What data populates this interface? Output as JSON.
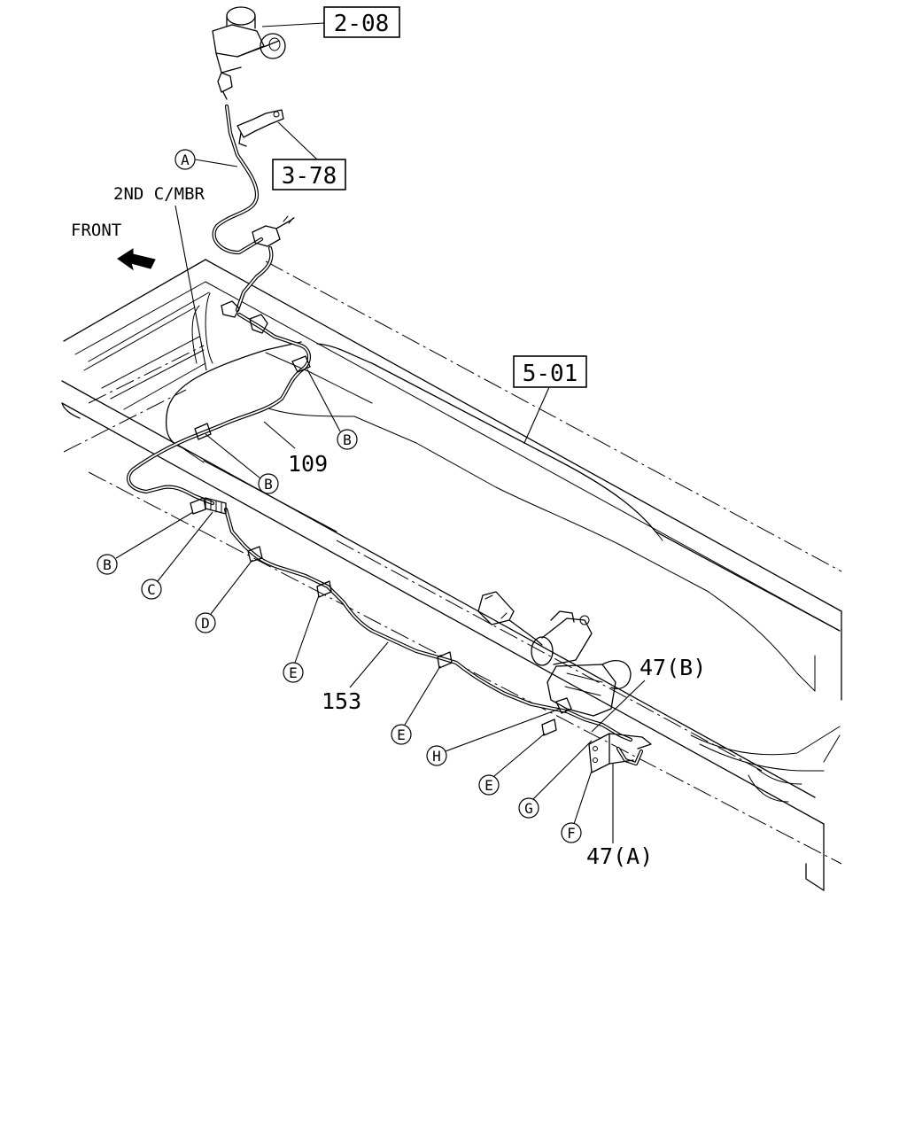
{
  "labels": {
    "ref_2_08": "2-08",
    "ref_3_78": "3-78",
    "ref_5_01": "5-01",
    "second_cross_member": "2ND C/MBR",
    "front": "FRONT",
    "part_109": "109",
    "part_153": "153",
    "part_47b": "47(B)",
    "part_47a": "47(A)"
  },
  "callouts": {
    "A": "A",
    "B1": "B",
    "B2": "B",
    "B3": "B",
    "C": "C",
    "D": "D",
    "E1": "E",
    "E2": "E",
    "E3": "E",
    "F": "F",
    "G": "G",
    "H": "H"
  }
}
